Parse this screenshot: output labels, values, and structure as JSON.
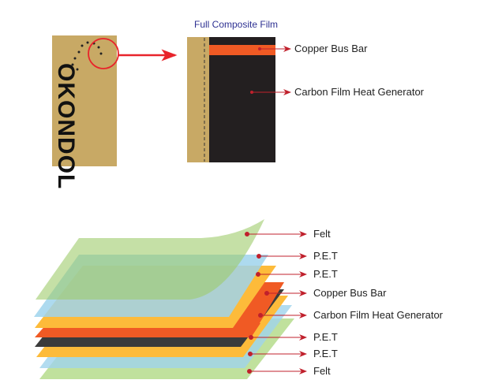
{
  "top": {
    "title": "Full Composite Film",
    "logo_text": "OKONDOL",
    "labels": [
      "Copper Bus Bar",
      "Carbon Film Heat Generator"
    ]
  },
  "layers": {
    "labels": [
      "Felt",
      "P.E.T",
      "P.E.T",
      "Copper Bus Bar",
      "Carbon Film Heat Generator",
      "P.E.T",
      "P.E.T",
      "Felt"
    ]
  },
  "colors": {
    "felt": "#b5dc8c",
    "pet_blue": "#9fd3ec",
    "pet_orange": "#fdbb3a",
    "copper": "#f05a24",
    "carbon": "#333333",
    "gold": "#c8a965",
    "arrow": "#c0202c",
    "title": "#2e3192"
  }
}
